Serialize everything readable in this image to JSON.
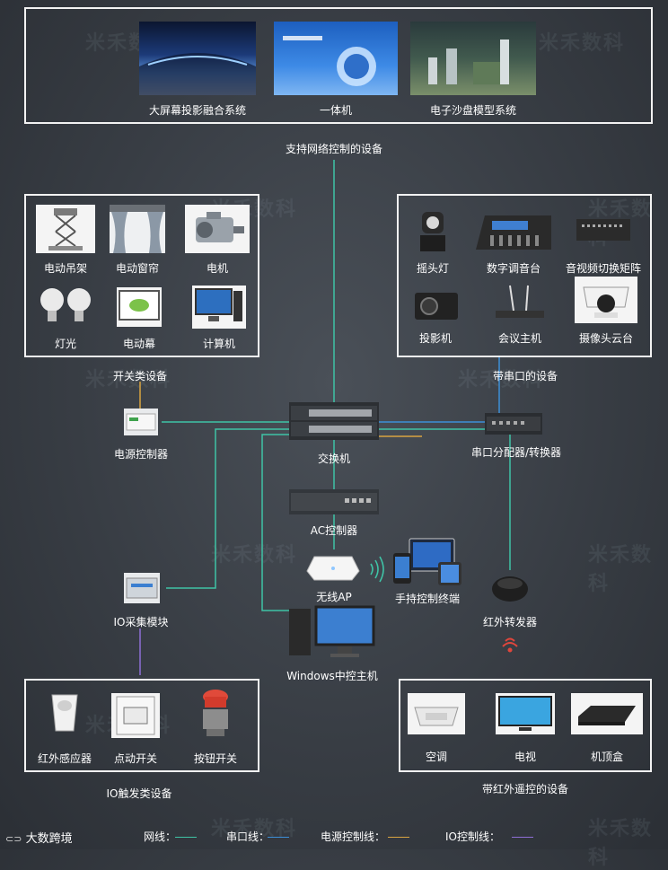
{
  "network_group": {
    "label": "支持网络控制的设备",
    "items": [
      "大屏幕投影融合系统",
      "一体机",
      "电子沙盘模型系统"
    ]
  },
  "switch_group": {
    "label": "开关类设备",
    "items": [
      "电动吊架",
      "电动窗帘",
      "电机",
      "灯光",
      "电动幕",
      "计算机"
    ]
  },
  "serial_group": {
    "label": "带串口的设备",
    "items": [
      "摇头灯",
      "数字调音台",
      "音视频切换矩阵",
      "投影机",
      "会议主机",
      "摄像头云台"
    ]
  },
  "center": {
    "power_controller": "电源控制器",
    "switch": "交换机",
    "serial_splitter": "串口分配器/转换器",
    "ac_controller": "AC控制器",
    "wireless_ap": "无线AP",
    "handheld": "手持控制终端",
    "ir_forwarder": "红外转发器",
    "io_module": "IO采集模块",
    "windows_host": "Windows中控主机"
  },
  "io_group": {
    "label": "IO触发类设备",
    "items": [
      "红外感应器",
      "点动开关",
      "按钮开关"
    ]
  },
  "ir_group": {
    "label": "带红外遥控的设备",
    "items": [
      "空调",
      "电视",
      "机顶盒"
    ]
  },
  "legend": {
    "brand": "大数跨境",
    "items": [
      {
        "label": "网线：",
        "color": "#3fc3a6"
      },
      {
        "label": "串口线：",
        "color": "#3d8fd8"
      },
      {
        "label": "电源控制线：",
        "color": "#d9a441"
      },
      {
        "label": "IO控制线：",
        "color": "#8f6fd6"
      }
    ]
  },
  "watermark": "米禾数科",
  "colors": {
    "network": "#3fc3a6",
    "serial": "#3d8fd8",
    "power": "#d9a441",
    "io": "#8f6fd6",
    "ir": "#e0463c"
  }
}
